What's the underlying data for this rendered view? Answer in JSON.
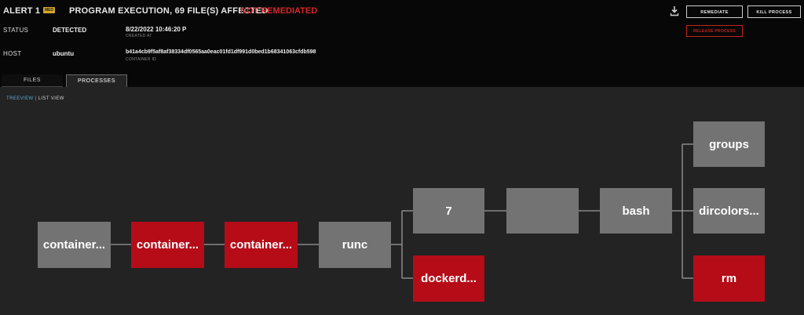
{
  "header": {
    "alert_id": "ALERT 1",
    "severity": "MED",
    "title": "PROGRAM EXECUTION, 69 FILE(S) AFFECTED",
    "remediation_state": "NOT REMEDIATED"
  },
  "details": {
    "status_label": "STATUS",
    "status_value": "DETECTED",
    "created_at": "8/22/2022 10:46:20 P",
    "created_at_label": "CREATED AT",
    "host_label": "HOST",
    "host_value": "ubuntu",
    "container_id": "b41a4cb9f5af8af38334df0565aa0eac01fd1df991d0bed1b68341063cfdb598",
    "container_id_label": "CONTAINER ID"
  },
  "actions": {
    "remediate": "REMEDIATE",
    "kill_process": "KILL PROCESS",
    "release_process": "RELEASE PROCESS"
  },
  "icons": {
    "download": "download-icon"
  },
  "tabs": [
    {
      "label": "FILES",
      "active": false
    },
    {
      "label": "PROCESSES",
      "active": true
    }
  ],
  "view_toggle": {
    "tree": "TREEVIEW",
    "separator": "|",
    "list": "LIST VIEW"
  },
  "colors": {
    "accent_red": "#b50c18",
    "node_gray": "#737373",
    "link_blue": "#5ea9d6"
  },
  "tree": {
    "nodes": [
      {
        "id": "n1",
        "label": "container...",
        "color": "gray"
      },
      {
        "id": "n2",
        "label": "container...",
        "color": "red"
      },
      {
        "id": "n3",
        "label": "container...",
        "color": "red"
      },
      {
        "id": "n4",
        "label": "runc",
        "color": "gray"
      },
      {
        "id": "n5",
        "label": "7",
        "color": "gray"
      },
      {
        "id": "n6",
        "label": "dockerd...",
        "color": "red"
      },
      {
        "id": "n7",
        "label": "",
        "color": "gray"
      },
      {
        "id": "n8",
        "label": "bash",
        "color": "gray"
      },
      {
        "id": "n9",
        "label": "groups",
        "color": "gray"
      },
      {
        "id": "n10",
        "label": "dircolors...",
        "color": "gray"
      },
      {
        "id": "n11",
        "label": "rm",
        "color": "red"
      }
    ]
  }
}
